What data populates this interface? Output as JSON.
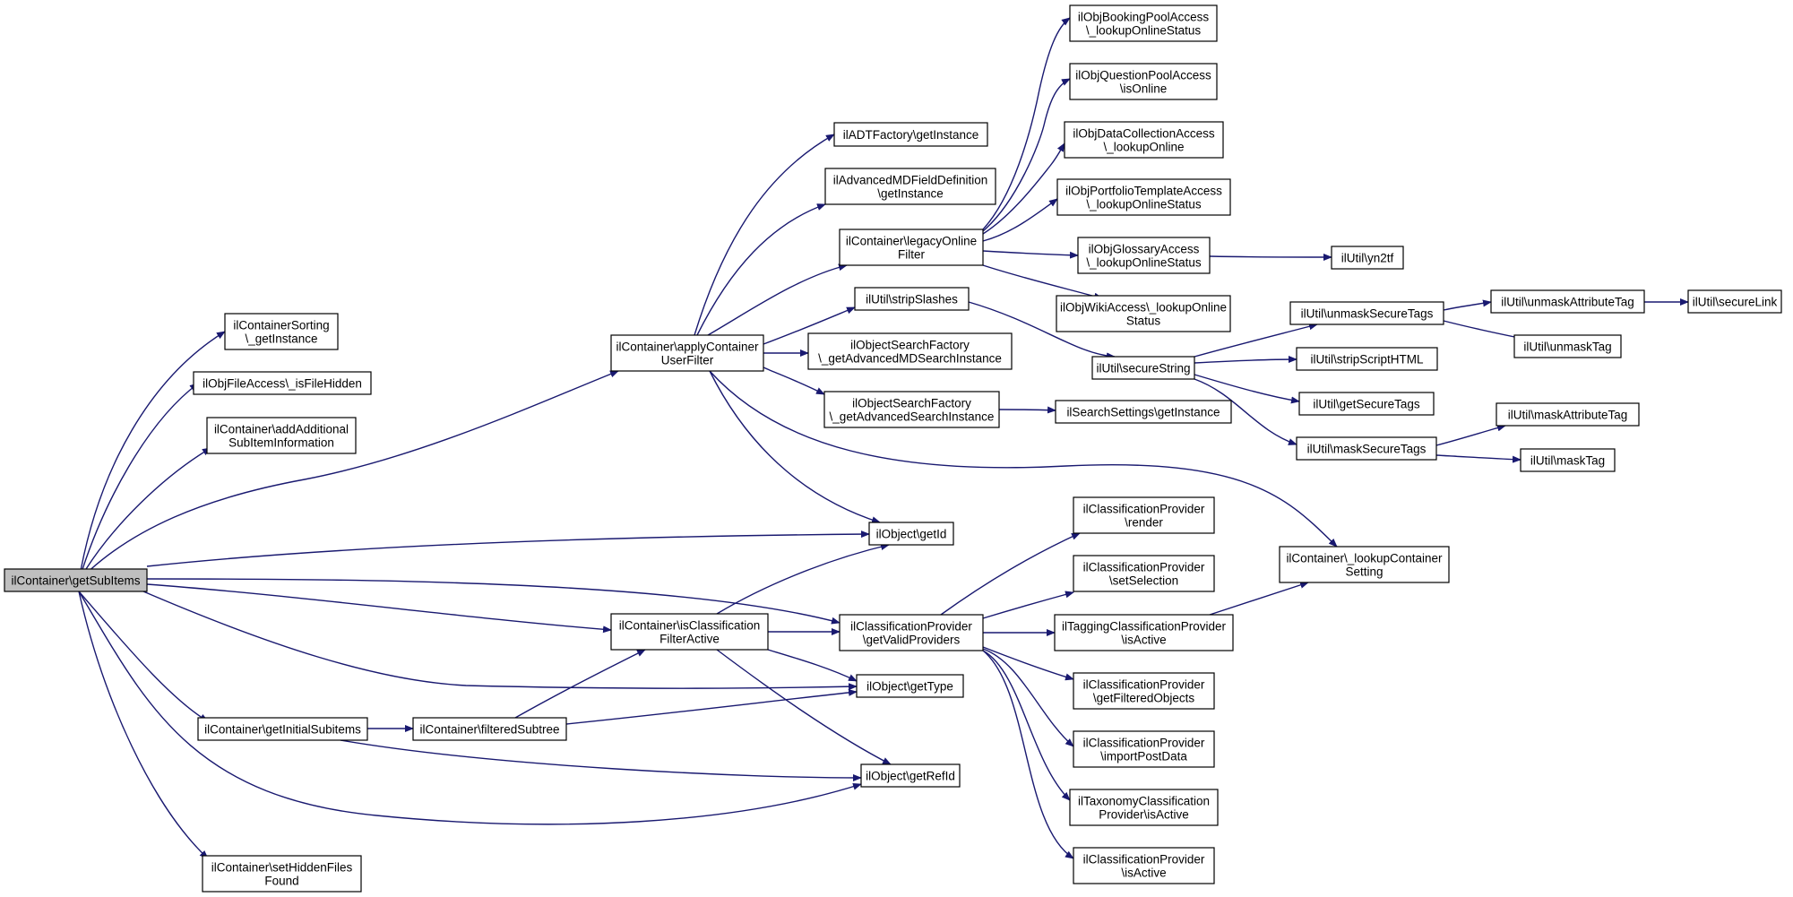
{
  "colors": {
    "edge": "#191970",
    "node_fill": "#ffffff",
    "root_fill": "#bfbfbf",
    "border": "#000000"
  },
  "nodes": [
    {
      "id": "root",
      "lines": [
        "ilContainer\\getSubItems"
      ],
      "root": true
    },
    {
      "id": "sorting",
      "lines": [
        "ilContainerSorting",
        "\\_getInstance"
      ]
    },
    {
      "id": "fileHidden",
      "lines": [
        "ilObjFileAccess\\_isFileHidden"
      ]
    },
    {
      "id": "addAdd",
      "lines": [
        "ilContainer\\addAdditional",
        "SubItemInformation"
      ]
    },
    {
      "id": "applyFilter",
      "lines": [
        "ilContainer\\applyContainer",
        "UserFilter"
      ]
    },
    {
      "id": "isClassif",
      "lines": [
        "ilContainer\\isClassification",
        "FilterActive"
      ]
    },
    {
      "id": "initSub",
      "lines": [
        "ilContainer\\getInitialSubitems"
      ]
    },
    {
      "id": "filteredSub",
      "lines": [
        "ilContainer\\filteredSubtree"
      ]
    },
    {
      "id": "setHidden",
      "lines": [
        "ilContainer\\setHiddenFiles",
        "Found"
      ]
    },
    {
      "id": "adtFactory",
      "lines": [
        "ilADTFactory\\getInstance"
      ]
    },
    {
      "id": "advMD",
      "lines": [
        "ilAdvancedMDFieldDefinition",
        "\\getInstance"
      ]
    },
    {
      "id": "legacy",
      "lines": [
        "ilContainer\\legacyOnline",
        "Filter"
      ]
    },
    {
      "id": "stripSlashes",
      "lines": [
        "ilUtil\\stripSlashes"
      ]
    },
    {
      "id": "osfAdvMD",
      "lines": [
        "ilObjectSearchFactory",
        "\\_getAdvancedMDSearchInstance"
      ]
    },
    {
      "id": "osfAdv",
      "lines": [
        "ilObjectSearchFactory",
        "\\_getAdvancedSearchInstance"
      ]
    },
    {
      "id": "getId",
      "lines": [
        "ilObject\\getId"
      ]
    },
    {
      "id": "getValid",
      "lines": [
        "ilClassificationProvider",
        "\\getValidProviders"
      ]
    },
    {
      "id": "getType",
      "lines": [
        "ilObject\\getType"
      ]
    },
    {
      "id": "getRefId",
      "lines": [
        "ilObject\\getRefId"
      ]
    },
    {
      "id": "bookingPool",
      "lines": [
        "ilObjBookingPoolAccess",
        "\\_lookupOnlineStatus"
      ]
    },
    {
      "id": "questionPool",
      "lines": [
        "ilObjQuestionPoolAccess",
        "\\isOnline"
      ]
    },
    {
      "id": "dataColl",
      "lines": [
        "ilObjDataCollectionAccess",
        "\\_lookupOnline"
      ]
    },
    {
      "id": "portfolio",
      "lines": [
        "ilObjPortfolioTemplateAccess",
        "\\_lookupOnlineStatus"
      ]
    },
    {
      "id": "glossary",
      "lines": [
        "ilObjGlossaryAccess",
        "\\_lookupOnlineStatus"
      ]
    },
    {
      "id": "wiki",
      "lines": [
        "ilObjWikiAccess\\_lookupOnline",
        "Status"
      ]
    },
    {
      "id": "secureString",
      "lines": [
        "ilUtil\\secureString"
      ]
    },
    {
      "id": "searchSettings",
      "lines": [
        "ilSearchSettings\\getInstance"
      ]
    },
    {
      "id": "yn2tf",
      "lines": [
        "ilUtil\\yn2tf"
      ]
    },
    {
      "id": "unmaskSecure",
      "lines": [
        "ilUtil\\unmaskSecureTags"
      ]
    },
    {
      "id": "stripScript",
      "lines": [
        "ilUtil\\stripScriptHTML"
      ]
    },
    {
      "id": "getSecure",
      "lines": [
        "ilUtil\\getSecureTags"
      ]
    },
    {
      "id": "maskSecure",
      "lines": [
        "ilUtil\\maskSecureTags"
      ]
    },
    {
      "id": "unmaskAttr",
      "lines": [
        "ilUtil\\unmaskAttributeTag"
      ]
    },
    {
      "id": "secureLink",
      "lines": [
        "ilUtil\\secureLink"
      ]
    },
    {
      "id": "unmaskTag",
      "lines": [
        "ilUtil\\unmaskTag"
      ]
    },
    {
      "id": "maskAttr",
      "lines": [
        "ilUtil\\maskAttributeTag"
      ]
    },
    {
      "id": "maskTag",
      "lines": [
        "ilUtil\\maskTag"
      ]
    },
    {
      "id": "cpRender",
      "lines": [
        "ilClassificationProvider",
        "\\render"
      ]
    },
    {
      "id": "cpSetSel",
      "lines": [
        "ilClassificationProvider",
        "\\setSelection"
      ]
    },
    {
      "id": "taggingActive",
      "lines": [
        "ilTaggingClassificationProvider",
        "\\isActive"
      ]
    },
    {
      "id": "cpFiltered",
      "lines": [
        "ilClassificationProvider",
        "\\getFilteredObjects"
      ]
    },
    {
      "id": "cpImport",
      "lines": [
        "ilClassificationProvider",
        "\\importPostData"
      ]
    },
    {
      "id": "taxonomyActive",
      "lines": [
        "ilTaxonomyClassification",
        "Provider\\isActive"
      ]
    },
    {
      "id": "cpIsActive",
      "lines": [
        "ilClassificationProvider",
        "\\isActive"
      ]
    },
    {
      "id": "lookupContainer",
      "lines": [
        "ilContainer\\_lookupContainer",
        "Setting"
      ]
    }
  ]
}
